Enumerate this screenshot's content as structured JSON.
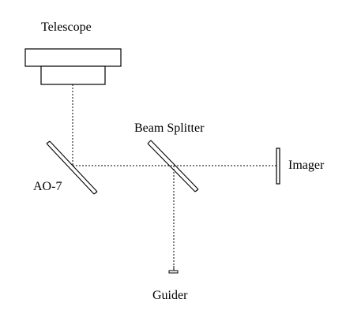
{
  "labels": {
    "telescope": "Telescope",
    "beam_splitter": "Beam Splitter",
    "imager": "Imager",
    "ao7": "AO-7",
    "guider": "Guider"
  },
  "colors": {
    "background": "#ffffff",
    "ink": "#000000"
  }
}
